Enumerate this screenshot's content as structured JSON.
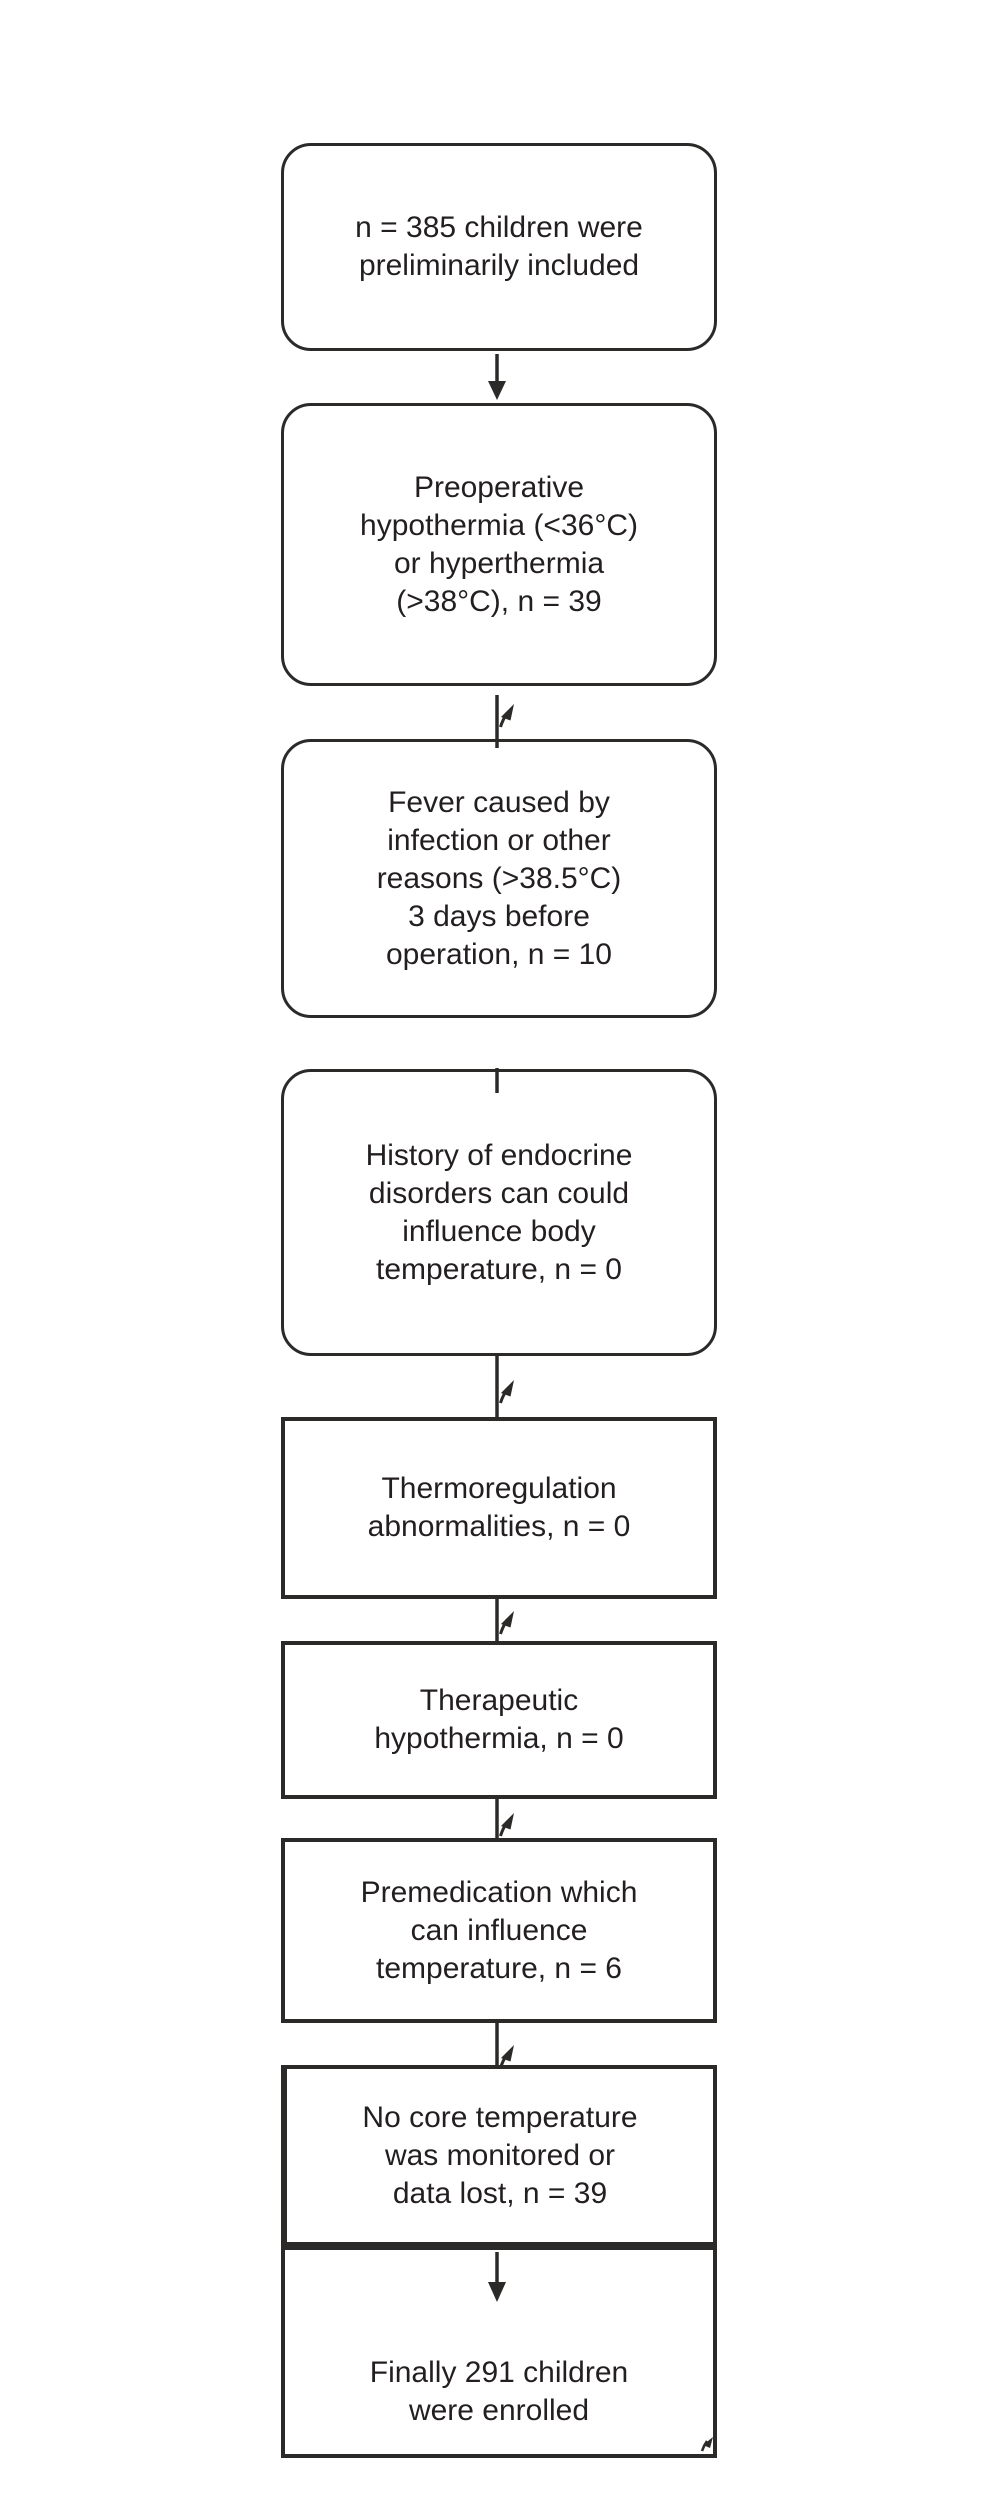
{
  "theme": {
    "background": "#ffffff",
    "line_color": "#2b2a29",
    "text_color": "#231f20"
  },
  "flowchart": {
    "description": "Patient enrollment and exclusion flow diagram",
    "boxes": [
      {
        "id": "preliminary-included",
        "shape": "rounded",
        "text": "n = 385 children were\npreliminarily included"
      },
      {
        "id": "preoperative-hypo-hyperthermia",
        "shape": "rounded",
        "text": "Preoperative\nhypothermia (<36°C)\nor hyperthermia\n(>38°C), n = 39"
      },
      {
        "id": "fever-infection",
        "shape": "rounded",
        "text": "Fever caused by\ninfection or other\nreasons (>38.5°C)\n3 days before\noperation, n = 10"
      },
      {
        "id": "endocrine-disorders",
        "shape": "rounded",
        "text": "History of endocrine\ndisorders can could\ninfluence body\ntemperature, n = 0"
      },
      {
        "id": "thermoregulation-abnormalities",
        "shape": "rect",
        "text": "Thermoregulation\nabnormalities, n = 0"
      },
      {
        "id": "therapeutic-hypothermia",
        "shape": "rect",
        "text": "Therapeutic\nhypothermia, n = 0"
      },
      {
        "id": "premedication",
        "shape": "rect",
        "text": "Premedication which\ncan influence\ntemperature, n = 6"
      },
      {
        "id": "no-core-temperature",
        "shape": "rect",
        "text": "No core temperature\nwas monitored or\ndata lost, n = 39"
      },
      {
        "id": "finally-enrolled",
        "shape": "rect",
        "text": "Finally 291 children\nwere enrolled"
      }
    ],
    "connectors": [
      {
        "from": "preliminary-included",
        "to": "preoperative-hypo-hyperthermia",
        "style": "arrow-down"
      },
      {
        "from": "preoperative-hypo-hyperthermia",
        "to": "fever-infection",
        "style": "line-with-small-ne-arrowhead"
      },
      {
        "from": "fever-infection",
        "to": "endocrine-disorders",
        "style": "plain-line"
      },
      {
        "from": "endocrine-disorders",
        "to": "thermoregulation-abnormalities",
        "style": "line-with-small-ne-arrowhead"
      },
      {
        "from": "thermoregulation-abnormalities",
        "to": "therapeutic-hypothermia",
        "style": "line-with-small-ne-arrowhead"
      },
      {
        "from": "therapeutic-hypothermia",
        "to": "premedication",
        "style": "line-with-small-ne-arrowhead"
      },
      {
        "from": "premedication",
        "to": "no-core-temperature",
        "style": "line-with-small-ne-arrowhead"
      },
      {
        "from": "no-core-temperature",
        "to": "finally-enrolled",
        "style": "arrow-down"
      }
    ]
  }
}
